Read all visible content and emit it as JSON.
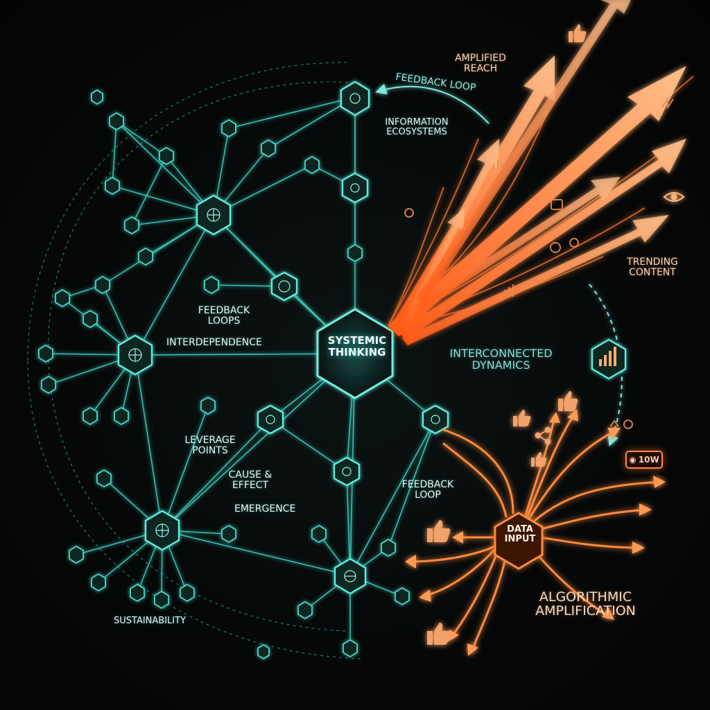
{
  "diagram": {
    "center_label": "SYSTEMIC THINKING",
    "data_input_label": "DATA INPUT",
    "badge_text": "10W",
    "labels": {
      "feedback_loops": "FEEDBACK LOOPS",
      "interdependence": "INTERDEPENDENCE",
      "leverage_points": "LEVERAGE POINTS",
      "cause_effect": "CAUSE & EFFECT",
      "emergence": "EMERGENCE",
      "feedback_loop_bottom": "FEEDBACK LOOP",
      "sustainability": "SUSTAINABILITY",
      "feedback_loop_top": "FEEDBACK LOOP",
      "information_ecosystems": "INFORMATION ECOSYSTEMS",
      "amplified_reach": "AMPLIFIED REACH",
      "interconnected_dynamics": "INTERCONNECTED DYNAMICS",
      "trending_content": "TRENDING CONTENT",
      "algorithmic_amplification": "ALGORITHMIC AMPLIFICATION"
    },
    "colors": {
      "network": "#3fe0cf",
      "amplification": "#ff8a3d",
      "background": "#050505"
    },
    "icons": [
      "hexagon-node-icon",
      "thumbs-up-icon",
      "arrow-icon",
      "eye-icon",
      "bar-chart-icon",
      "share-icon"
    ]
  }
}
